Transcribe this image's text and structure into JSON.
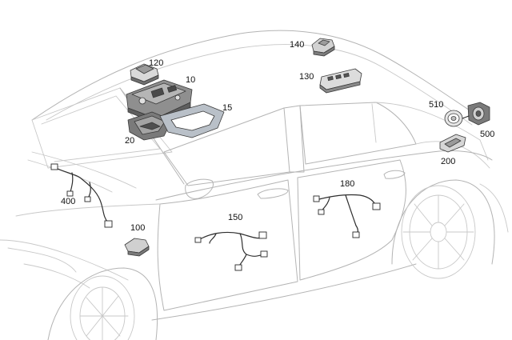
{
  "callouts": {
    "c10": "10",
    "c15": "15",
    "c20": "20",
    "c100": "100",
    "c120": "120",
    "c130": "130",
    "c140": "140",
    "c150": "150",
    "c180": "180",
    "c200": "200",
    "c400": "400",
    "c500": "500",
    "c510": "510"
  },
  "colors": {
    "car_outline": "#c8c8c8",
    "part_outline": "#3a3a3a",
    "part_fill_dark": "#8a8a8a",
    "part_fill_light": "#d9d9d9",
    "frame_fill": "#b9c0c8",
    "label_text": "#111111"
  }
}
